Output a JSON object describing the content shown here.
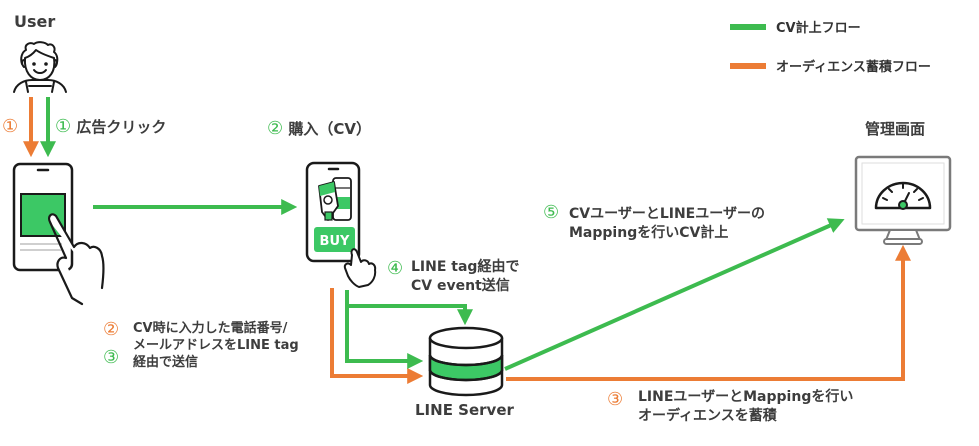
{
  "colors": {
    "green": "#3dbb4f",
    "orange": "#ec7c35",
    "text": "#3d3d3d",
    "icon_fill": "#3cc865"
  },
  "legend": [
    {
      "label": "CV計上フロー",
      "color": "#3dbb4f"
    },
    {
      "label": "オーディエンス蓄積フロー",
      "color": "#ec7c35"
    }
  ],
  "nodes": {
    "user": {
      "label": "User",
      "icon": "user-avatar-icon"
    },
    "phone_ad": {
      "icon": "smartphone-tap-icon"
    },
    "purchase": {
      "icon": "smartphone-buy-icon",
      "buy_label": "BUY"
    },
    "server": {
      "label": "LINE Server",
      "icon": "database-icon"
    },
    "dashboard": {
      "label": "管理画面",
      "icon": "monitor-gauge-icon"
    }
  },
  "steps": {
    "s1_orange": {
      "num": "①"
    },
    "s1_green": {
      "num": "①",
      "text": "広告クリック"
    },
    "s2_purchase": {
      "num": "②",
      "text": "購入（CV）"
    },
    "s23_send": {
      "num_orange": "②",
      "num_green": "③",
      "line1": "CV時に入力した電話番号/",
      "line2": "メールアドレスをLINE tag",
      "line3": "経由で送信"
    },
    "s4": {
      "num": "④",
      "line1": "LINE tag経由で",
      "line2": "CV event送信"
    },
    "s5": {
      "num": "⑤",
      "line1": "CVユーザーとLINEユーザーの",
      "line2": "Mappingを行いCV計上"
    },
    "s3_audience": {
      "num": "③",
      "line1": "LINEユーザーとMappingを行い",
      "line2": "オーディエンスを蓄積"
    }
  }
}
